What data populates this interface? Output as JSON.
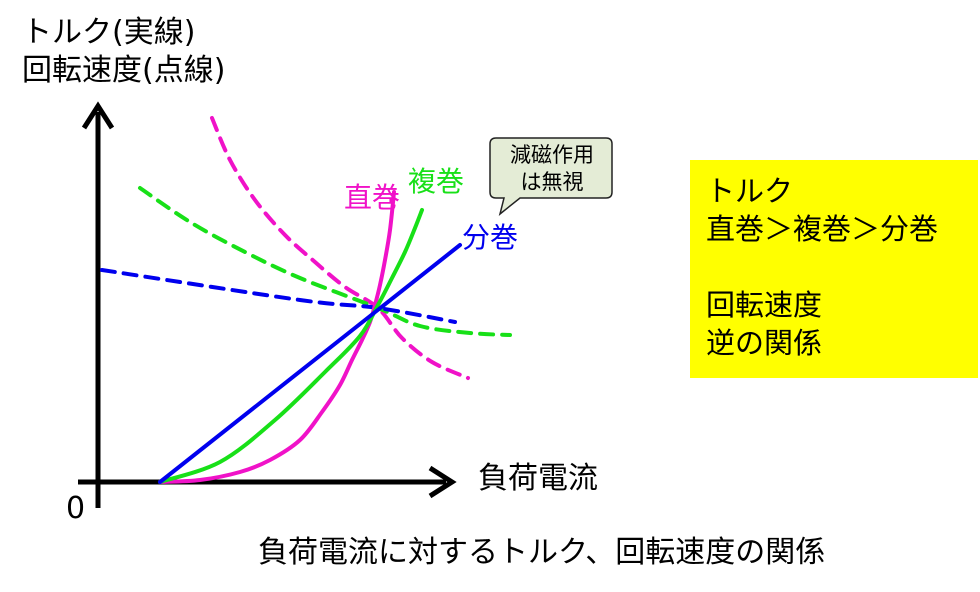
{
  "y_axis_label": [
    "トルク(実線)",
    "回転速度(点線)"
  ],
  "x_axis_label": "負荷電流",
  "origin_label": "0",
  "caption": "負荷電流に対するトルク、回転速度の関係",
  "callout": {
    "lines": [
      "減磁作用",
      "は無視"
    ]
  },
  "summary_box": {
    "lines": [
      "トルク",
      "直巻＞複巻＞分巻",
      "",
      "回転速度",
      "逆の関係"
    ]
  },
  "colors": {
    "series": "#f012c8",
    "compound": "#18e018",
    "shunt": "#0000ee",
    "box": "#ffff00",
    "axis": "#000000"
  },
  "chart_data": {
    "type": "line",
    "axes": {
      "x_label": "負荷電流",
      "y_label": "トルク(実線) / 回転速度(点線)"
    },
    "series": [
      {
        "name": "直巻",
        "color": "#f012c8",
        "torque": [
          [
            160,
            482
          ],
          [
            200,
            480
          ],
          [
            240,
            472
          ],
          [
            270,
            460
          ],
          [
            300,
            440
          ],
          [
            322,
            412
          ],
          [
            340,
            385
          ],
          [
            352,
            360
          ],
          [
            362,
            340
          ],
          [
            370,
            322
          ],
          [
            375,
            305
          ],
          [
            380,
            285
          ],
          [
            385,
            260
          ],
          [
            390,
            230
          ],
          [
            394,
            192
          ]
        ],
        "speed": [
          [
            212,
            118
          ],
          [
            230,
            160
          ],
          [
            255,
            200
          ],
          [
            285,
            235
          ],
          [
            315,
            262
          ],
          [
            345,
            287
          ],
          [
            378,
            308
          ],
          [
            402,
            338
          ],
          [
            432,
            362
          ],
          [
            468,
            378
          ]
        ]
      },
      {
        "name": "複巻",
        "color": "#18e018",
        "torque": [
          [
            160,
            482
          ],
          [
            220,
            462
          ],
          [
            275,
            420
          ],
          [
            325,
            372
          ],
          [
            360,
            336
          ],
          [
            378,
            305
          ],
          [
            392,
            278
          ],
          [
            405,
            252
          ],
          [
            415,
            228
          ],
          [
            422,
            210
          ]
        ],
        "speed": [
          [
            140,
            188
          ],
          [
            190,
            222
          ],
          [
            245,
            252
          ],
          [
            300,
            278
          ],
          [
            378,
            308
          ],
          [
            420,
            326
          ],
          [
            470,
            333
          ],
          [
            510,
            335
          ]
        ]
      },
      {
        "name": "分巻",
        "color": "#0000ee",
        "torque": [
          [
            160,
            482
          ],
          [
            460,
            245
          ]
        ],
        "speed": [
          [
            102,
            270
          ],
          [
            300,
            300
          ],
          [
            378,
            308
          ],
          [
            455,
            322
          ]
        ]
      }
    ]
  }
}
